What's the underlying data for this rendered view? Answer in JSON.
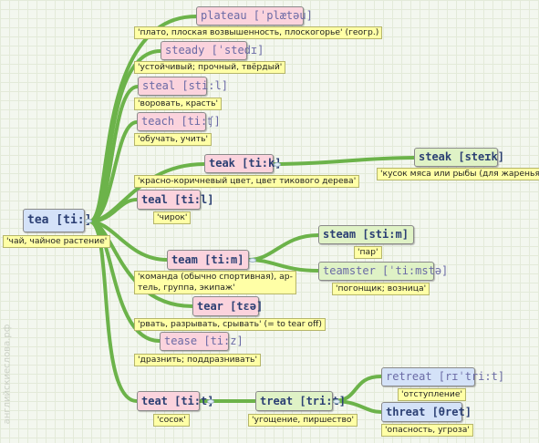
{
  "watermark": "английскиеслова.рф",
  "root": {
    "word": "tea [ti:]",
    "translation": "'чай, чайное растение'"
  },
  "words": {
    "plateau": {
      "word": "plateau [ˈplætəu]",
      "translation": "'плато, плоская возвышенность, плоскогорье' (геогр.)"
    },
    "steady": {
      "word": "steady [ˈstedɪ]",
      "translation": "'устойчивый; прочный, твёрдый'"
    },
    "steal": {
      "word": "steal [sti:l]",
      "translation": "'воровать, красть'"
    },
    "teach": {
      "word": "teach [ti:ʧ]",
      "translation": "'обучать, учить'"
    },
    "teak": {
      "word": "teak [ti:k]",
      "translation": "'красно-коричневый цвет, цвет тикового дерева'"
    },
    "steak": {
      "word": "steak [steɪk]",
      "translation": "'кусок мяса или рыбы (для жаренья)'"
    },
    "teal": {
      "word": "teal [ti:l]",
      "translation": "'чирок'"
    },
    "steam": {
      "word": "steam [sti:m]",
      "translation": "'пар'"
    },
    "team": {
      "word": "team [ti:m]",
      "translation_line1": "'команда (обычно спортивная), ар-",
      "translation_line2": "тель, группа, экипаж'"
    },
    "teamster": {
      "word": "teamster [ˈti:mstə]",
      "translation": "'погонщик; возница'"
    },
    "tear": {
      "word": "tear [tɛə]",
      "translation": "'рвать, разрывать, срывать' (= to tear off)"
    },
    "tease": {
      "word": "tease [ti:z]",
      "translation": "'дразнить; поддразнивать'"
    },
    "teat": {
      "word": "teat [ti:t]",
      "translation": "'сосок'"
    },
    "treat": {
      "word": "treat [tri:t]",
      "translation": "'угощение, пиршество'"
    },
    "retreat": {
      "word": "retreat [rɪˈtri:t]",
      "translation": "'отступление'"
    },
    "threat": {
      "word": "threat [θret]",
      "translation": "'опасность, угроза'"
    }
  },
  "colors": {
    "edge": "#6cb34a",
    "word_pink": "#fbd3dd",
    "word_blue": "#d4e2f8",
    "word_green": "#dff2c6",
    "note_yellow": "#ffffa6"
  }
}
